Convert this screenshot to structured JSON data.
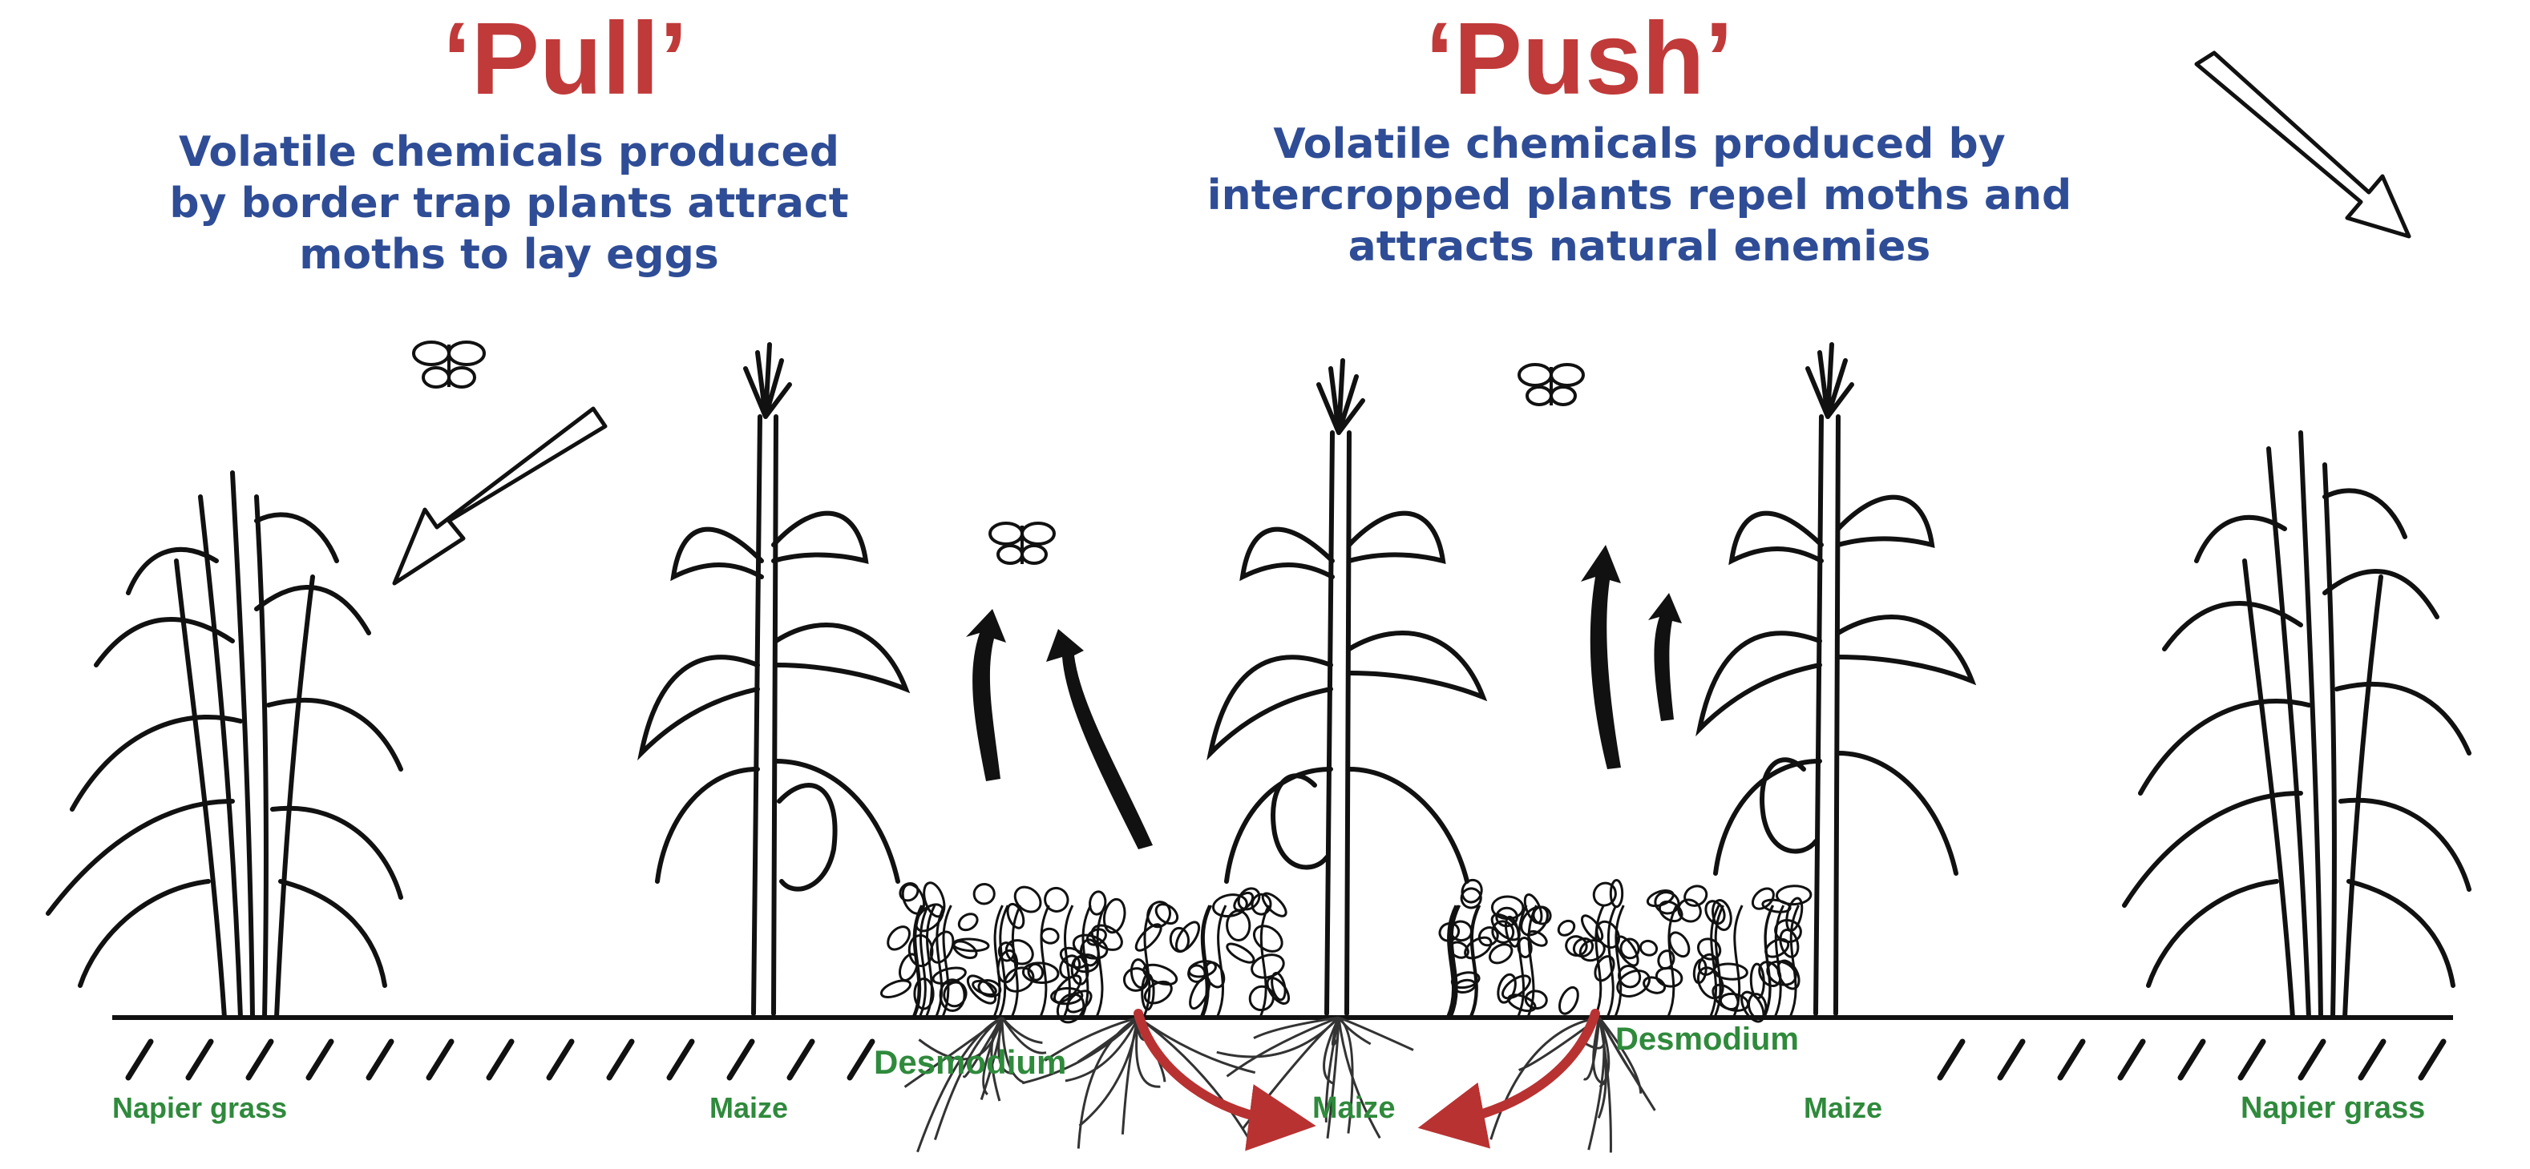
{
  "diagram": {
    "pull": {
      "title": "‘Pull’",
      "caption_lines": [
        "Volatile chemicals produced",
        "by border trap plants attract",
        "moths to lay eggs"
      ]
    },
    "push": {
      "title": "‘Push’",
      "caption_lines": [
        "Volatile chemicals produced by",
        "intercropped plants repel moths and",
        "attracts natural enemies"
      ]
    },
    "plant_labels": {
      "napier_left": "Napier grass",
      "maize_left": "Maize",
      "desmodium_left": "Desmodium",
      "maize_center": "Maize",
      "desmodium_right": "Desmodium",
      "maize_right": "Maize",
      "napier_right": "Napier grass"
    },
    "colors": {
      "title": "#c03a3a",
      "caption": "#2f4d96",
      "plant_label": "#2f8a3c",
      "root_arrow": "#b83232",
      "line_art": "#111111"
    },
    "icons": [
      "moth-icon",
      "pull-arrow-icon",
      "volatile-arrow-icon",
      "root-arrow-icon"
    ]
  }
}
